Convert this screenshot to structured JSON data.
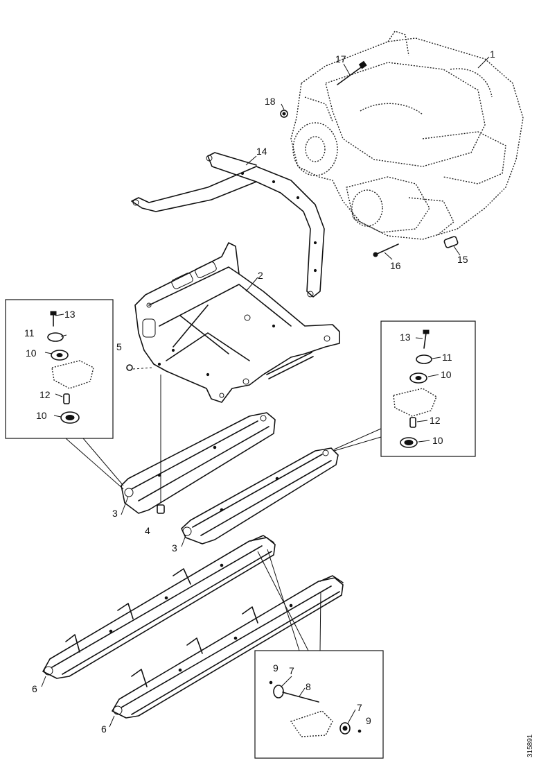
{
  "labels": {
    "p1": "1",
    "p2": "2",
    "p3a": "3",
    "p3b": "3",
    "p4": "4",
    "p5": "5",
    "p6a": "6",
    "p6b": "6",
    "p7a": "7",
    "p7b": "7",
    "p8": "8",
    "p9a": "9",
    "p9b": "9",
    "p10a": "10",
    "p10b": "10",
    "p10c": "10",
    "p10d": "10",
    "p11a": "11",
    "p11b": "11",
    "p12a": "12",
    "p12b": "12",
    "p13a": "13",
    "p13b": "13",
    "p14": "14",
    "p15": "15",
    "p16": "16",
    "p17": "17",
    "p18": "18"
  },
  "reference": "315891"
}
